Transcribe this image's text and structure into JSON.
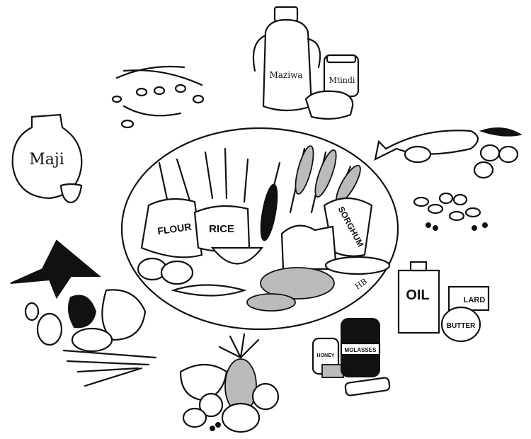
{
  "illustration": {
    "labels": {
      "milk": "Maziwa",
      "yogurt": "Mtindi",
      "water": "Maji",
      "flour": "FLOUR",
      "rice": "RICE",
      "sorghum": "SORGHUM",
      "oil": "OIL",
      "lard": "LARD",
      "butter": "BUTTER",
      "honey": "HONEY",
      "molasses": "MOLASSES",
      "signature": "HB"
    },
    "colors": {
      "ink": "#111111",
      "background": "#ffffff"
    }
  }
}
